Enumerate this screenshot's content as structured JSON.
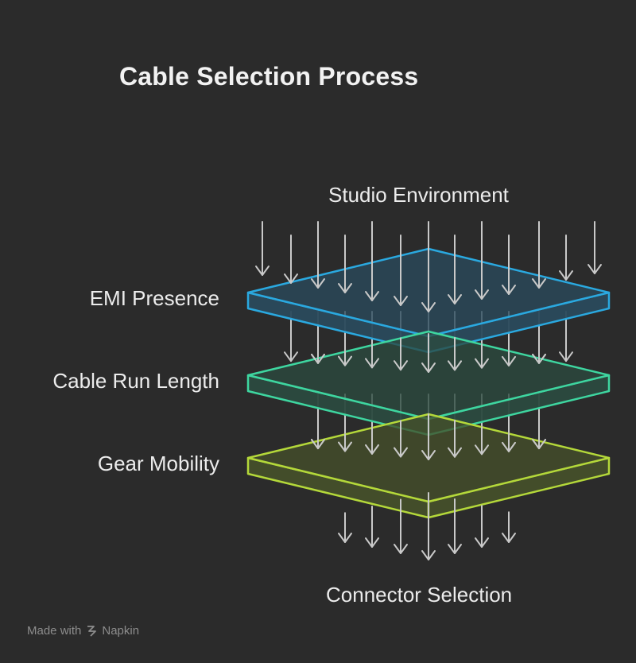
{
  "title": "Cable Selection Process",
  "input_label": "Studio Environment",
  "output_label": "Connector Selection",
  "layers": [
    {
      "label": "EMI Presence",
      "color": "#2aa9e0",
      "fill": "#2a4a5c"
    },
    {
      "label": "Cable Run Length",
      "color": "#3ed6a0",
      "fill": "#2b4a3f"
    },
    {
      "label": "Gear Mobility",
      "color": "#b4d83a",
      "fill": "#454f2a"
    }
  ],
  "footer": {
    "prefix": "Made with",
    "brand": "Napkin"
  },
  "colors": {
    "background": "#2b2b2b",
    "arrow": "#c9c9c9"
  }
}
